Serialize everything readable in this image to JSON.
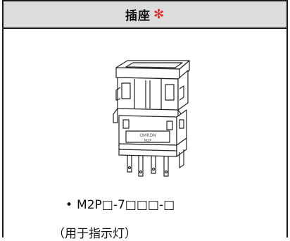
{
  "header": {
    "title": "插座",
    "asterisk": "✻",
    "asterisk_color": "#e2231a"
  },
  "item": {
    "bullet": "•",
    "model": "M2P□-7□□□-□",
    "note": "（用于指示灯）"
  },
  "illustration": {
    "icon": "socket-illustration",
    "label_line1": "OMRON",
    "label_line2": "M2P"
  }
}
